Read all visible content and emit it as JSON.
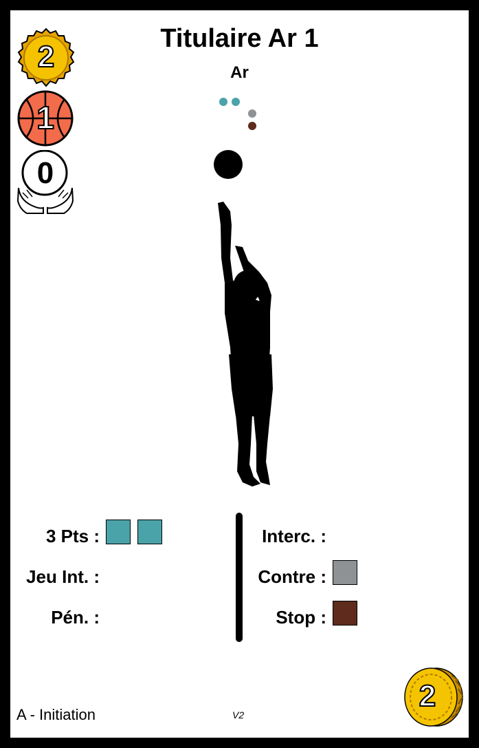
{
  "card": {
    "title": "Titulaire Ar 1",
    "position": "Ar",
    "version": "V2",
    "footer": "A - Initiation"
  },
  "badges": {
    "cost": "2",
    "shooting": "1",
    "handling": "0",
    "coin": "2"
  },
  "stats": {
    "left": [
      {
        "label": "3 Pts :",
        "tokens": 2
      },
      {
        "label": "Jeu Int. :",
        "tokens": 0
      },
      {
        "label": "Pén. :",
        "tokens": 0
      }
    ],
    "right": [
      {
        "label": "Interc. :",
        "tokens": 0
      },
      {
        "label": "Contre :",
        "tokens": 1
      },
      {
        "label": "Stop :",
        "tokens": 1
      }
    ]
  },
  "colors": {
    "teal": "#4aa3a8",
    "gray": "#8f9294",
    "brown": "#5e2b1c",
    "gold": "#f2b705",
    "basketball": "#f26b4a"
  },
  "icons": {
    "cost_badge": "gold-seal-icon",
    "shooting_badge": "basketball-icon",
    "handling_badge": "ball-in-hands-icon",
    "coin_badge": "gold-coin-icon",
    "illustration": "basketball-player-shooting-silhouette"
  }
}
